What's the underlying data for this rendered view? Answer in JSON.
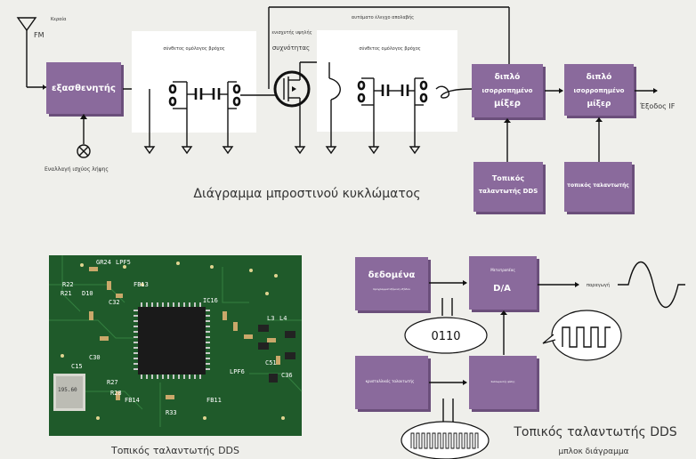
{
  "front_end": {
    "antenna_label": "Κεραία",
    "fm_label": "FM",
    "amplifier_label": "εξασθενητής",
    "switch_label": "Εναλλαγή ισχύος λήψης",
    "filter1_label": "σύνθετος ομόλογος βρόχος",
    "filter2_label": "σύνθετος ομόλογος βρόχος",
    "mosfet_label_top": "ενισχυτής υψηλής",
    "mosfet_label_bottom": "συχνότητας",
    "agc_label": "αυτόματο έλεγχο απολαβής",
    "mixer1_label": [
      "διπλό",
      "ισορροπημένο",
      "μίξερ"
    ],
    "mixer2_label": [
      "διπλό",
      "ισορροπημένο",
      "μίξερ"
    ],
    "output_label": "Έξοδος IF",
    "lo1_label": [
      "Τοπικός",
      "ταλαντωτής DDS"
    ],
    "lo2_label": "τοπικός ταλαντωτής",
    "caption": "Διάγραμμα μπροστινού κυκλώματος"
  },
  "pcb_photo": {
    "caption": "Τοπικός ταλαντωτής DDS",
    "silkscreen": [
      "GR24",
      "LPF5",
      "FB13",
      "R22",
      "R21",
      "D10",
      "C32",
      "C15",
      "C30",
      "IC16",
      "FB14",
      "R33",
      "FB11",
      "R27",
      "R28",
      "L3",
      "L4",
      "C51",
      "C36",
      "LPF6",
      "195.60"
    ]
  },
  "dds_block": {
    "data_box": [
      "δεδομένα",
      "προγραμματιζόμενη εξόδου"
    ],
    "dac_box": [
      "Μετατροπέας",
      "D/A"
    ],
    "osc_box": "κρυσταλλικός ταλαντωτής",
    "accumulator_box": "Συσσωρευτής φάσης",
    "output_label": "παραγωγή",
    "data_bubble": "0110",
    "caption": "Τοπικός ταλαντωτής DDS",
    "subcaption": "μπλοκ διάγραμμα"
  }
}
